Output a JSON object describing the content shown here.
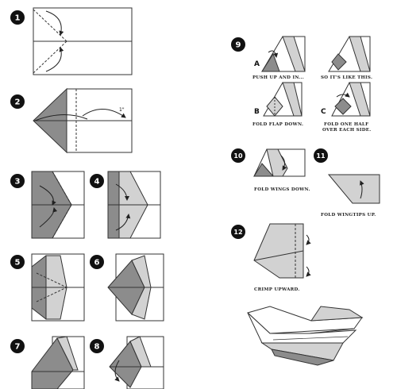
{
  "steps": [
    {
      "number": "1"
    },
    {
      "number": "2"
    },
    {
      "number": "3"
    },
    {
      "number": "4"
    },
    {
      "number": "5"
    },
    {
      "number": "6"
    },
    {
      "number": "7"
    },
    {
      "number": "8"
    },
    {
      "number": "9"
    },
    {
      "number": "10",
      "caption": "FOLD WINGS DOWN."
    },
    {
      "number": "11",
      "caption": "FOLD WINGTIPS UP."
    },
    {
      "number": "12",
      "caption": "CRIMP UPWARD."
    }
  ],
  "step9": {
    "a": {
      "letter": "A",
      "caption": "PUSH UP AND IN..."
    },
    "a2": {
      "caption": "SO IT'S LIKE THIS."
    },
    "b": {
      "letter": "B",
      "caption": "FOLD FLAP DOWN."
    },
    "c": {
      "letter": "C",
      "caption_line1": "FOLD ONE HALF",
      "caption_line2": "OVER EACH SIDE."
    }
  },
  "colors": {
    "paper": "#ffffff",
    "shade_dark": "#8c8c8c",
    "shade_light": "#d2d2d2",
    "line": "#333333",
    "badge": "#111111"
  }
}
